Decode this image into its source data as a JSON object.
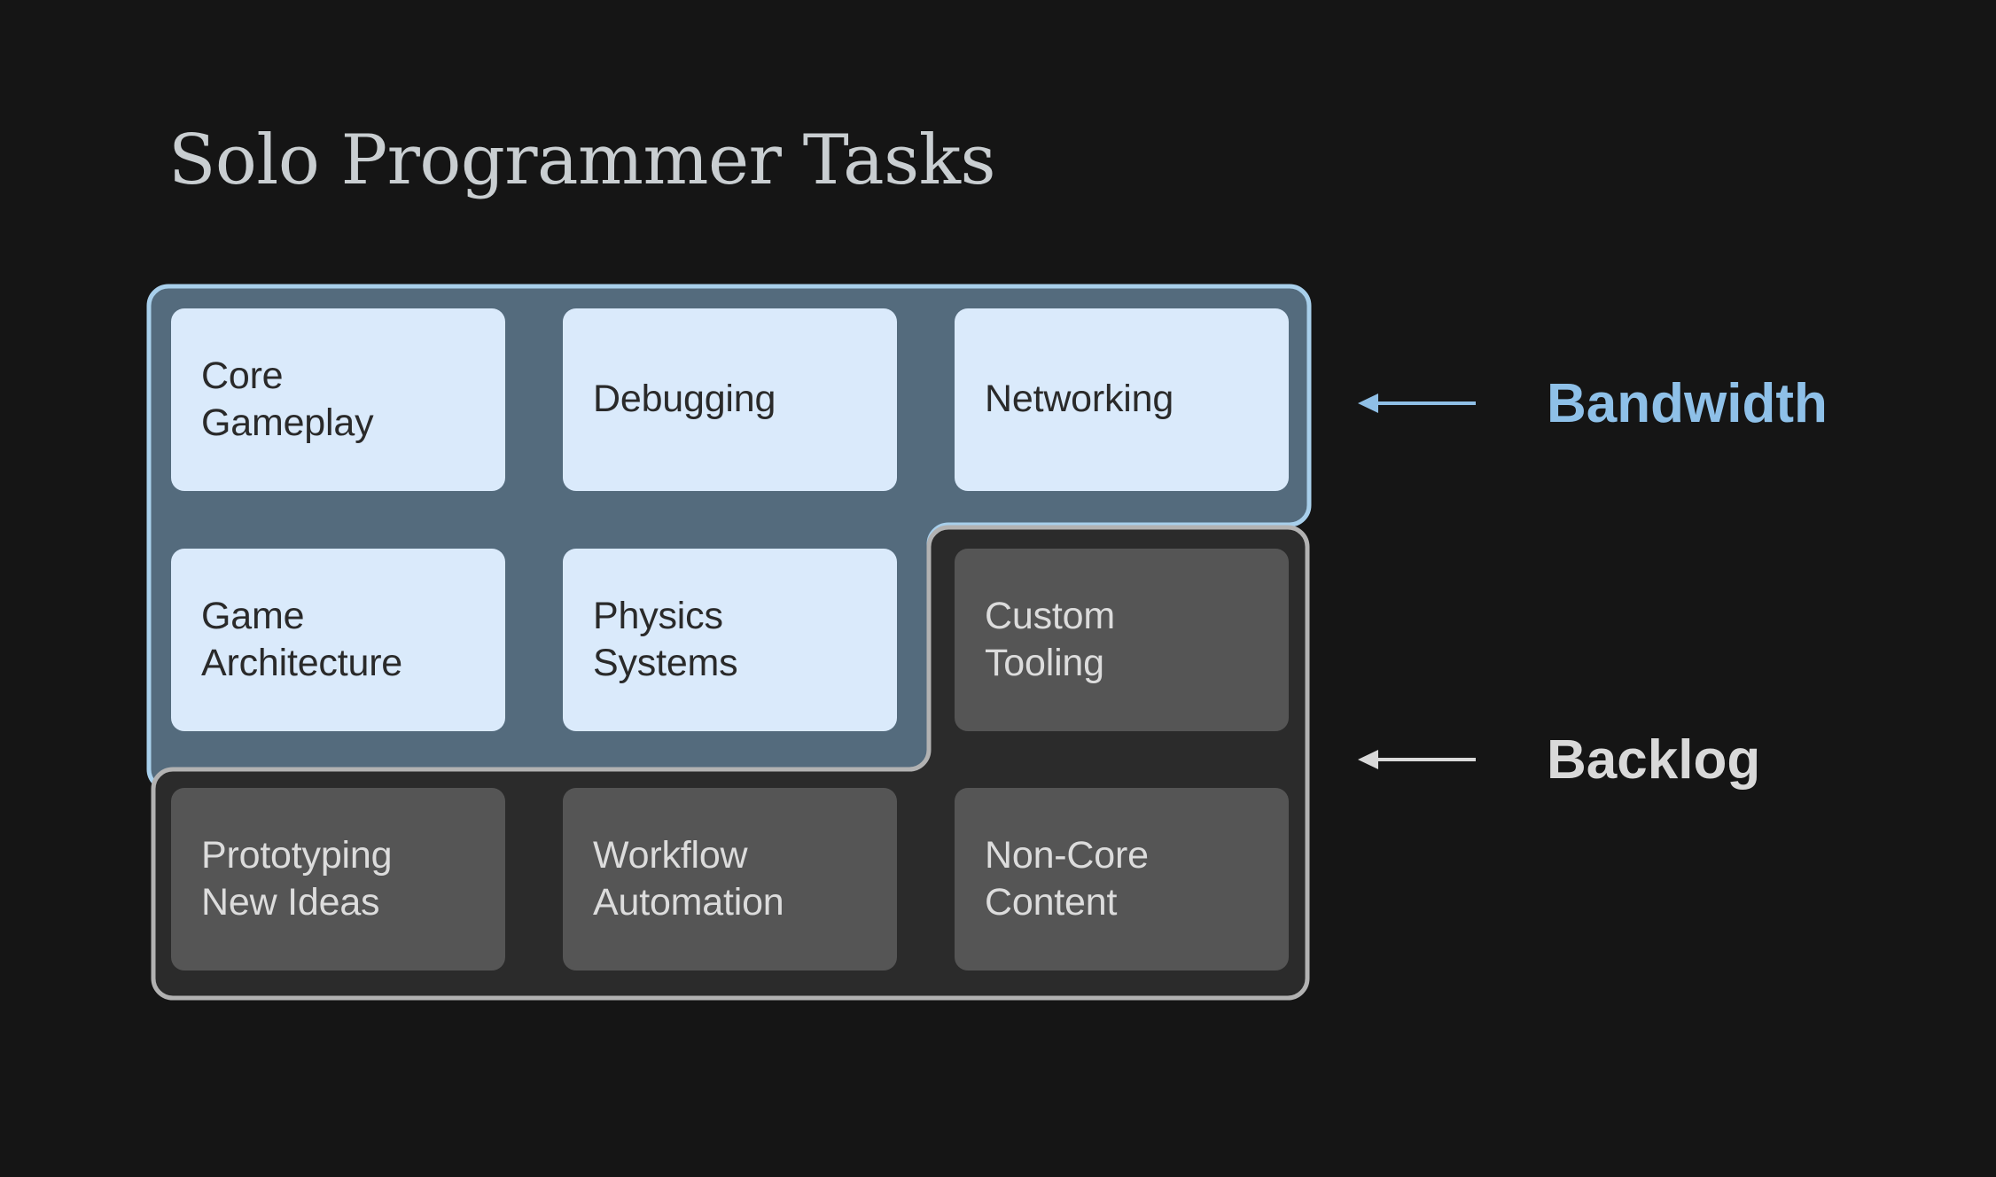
{
  "title": "Solo Programmer Tasks",
  "theme": {
    "background": "#151515",
    "bandwidth_fill": "#546b7d",
    "bandwidth_border": "#a8cfeb",
    "bandwidth_card": "#daeafb",
    "bandwidth_card_text": "#2a2a2a",
    "backlog_fill": "#2b2b2b",
    "backlog_border": "#b2b2b2",
    "backlog_card": "#555555",
    "backlog_card_text": "#dcdcdc",
    "title_color": "#c9ced1",
    "bandwidth_label_color": "#8ec0e8",
    "backlog_label_color": "#d9d9d9"
  },
  "groups": [
    {
      "id": "bandwidth",
      "label": "Bandwidth",
      "arrow_icon": "arrow-left-icon",
      "arrow_direction": "left"
    },
    {
      "id": "backlog",
      "label": "Backlog",
      "arrow_icon": "arrow-left-icon",
      "arrow_direction": "left"
    }
  ],
  "cards": [
    {
      "id": "core-gameplay",
      "lines": [
        "Core",
        "Gameplay"
      ],
      "group": "bandwidth",
      "row": 0,
      "col": 0
    },
    {
      "id": "debugging",
      "lines": [
        "Debugging"
      ],
      "group": "bandwidth",
      "row": 0,
      "col": 1
    },
    {
      "id": "networking",
      "lines": [
        "Networking"
      ],
      "group": "bandwidth",
      "row": 0,
      "col": 2
    },
    {
      "id": "game-architecture",
      "lines": [
        "Game",
        "Architecture"
      ],
      "group": "bandwidth",
      "row": 1,
      "col": 0
    },
    {
      "id": "physics-systems",
      "lines": [
        "Physics",
        "Systems"
      ],
      "group": "bandwidth",
      "row": 1,
      "col": 1
    },
    {
      "id": "custom-tooling",
      "lines": [
        "Custom",
        "Tooling"
      ],
      "group": "backlog",
      "row": 1,
      "col": 2
    },
    {
      "id": "prototyping",
      "lines": [
        "Prototyping",
        "New Ideas"
      ],
      "group": "backlog",
      "row": 2,
      "col": 0
    },
    {
      "id": "workflow",
      "lines": [
        "Workflow",
        "Automation"
      ],
      "group": "backlog",
      "row": 2,
      "col": 1
    },
    {
      "id": "non-core-content",
      "lines": [
        "Non-Core",
        "Content"
      ],
      "group": "backlog",
      "row": 2,
      "col": 2
    }
  ]
}
